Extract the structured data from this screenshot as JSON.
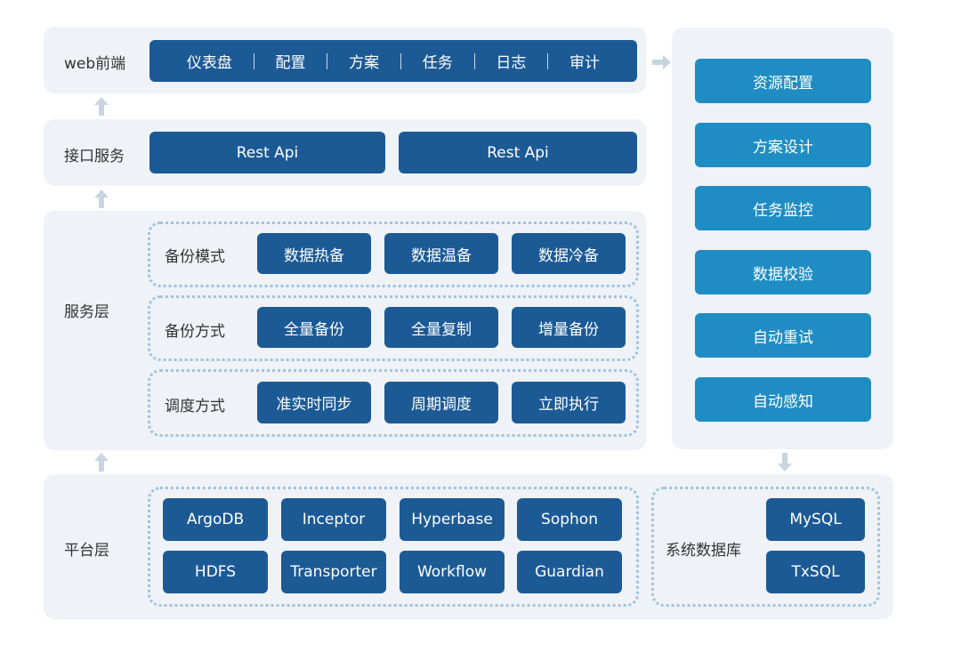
{
  "web_frontend": {
    "label": "web前端",
    "nav": [
      "仪表盘",
      "配置",
      "方案",
      "任务",
      "日志",
      "审计"
    ]
  },
  "api_layer": {
    "label": "接口服务",
    "items": [
      "Rest Api",
      "Rest Api"
    ]
  },
  "service_layer": {
    "label": "服务层",
    "groups": [
      {
        "label": "备份模式",
        "items": [
          "数据热备",
          "数据温备",
          "数据冷备"
        ]
      },
      {
        "label": "备份方式",
        "items": [
          "全量备份",
          "全量复制",
          "增量备份"
        ]
      },
      {
        "label": "调度方式",
        "items": [
          "准实时同步",
          "周期调度",
          "立即执行"
        ]
      }
    ]
  },
  "platform_layer": {
    "label": "平台层",
    "components": [
      "ArgoDB",
      "Inceptor",
      "Hyperbase",
      "Sophon",
      "HDFS",
      "Transporter",
      "Workflow",
      "Guardian"
    ]
  },
  "system_db": {
    "label": "系统数据库",
    "items": [
      "MySQL",
      "TxSQL"
    ]
  },
  "right_panel": {
    "items": [
      "资源配置",
      "方案设计",
      "任务监控",
      "数据校验",
      "自动重试",
      "自动感知"
    ]
  },
  "colors": {
    "panel_bg": "#eff2f7",
    "dark_blue": "#1c5a96",
    "light_blue": "#1f8dc3",
    "dotted_border": "#9cc4e4",
    "arrow": "#c8d4e0"
  }
}
